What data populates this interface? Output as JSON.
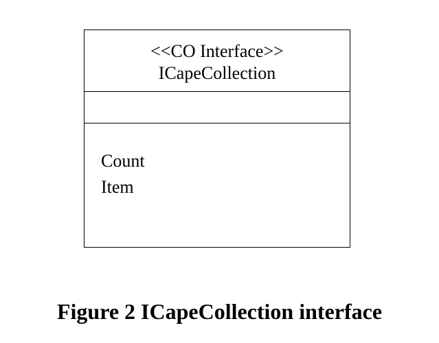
{
  "diagram": {
    "stereotype": "<<CO Interface>>",
    "class_name": "ICapeCollection",
    "attributes": [],
    "operations": [
      "Count",
      "Item"
    ]
  },
  "caption": "Figure 2 ICapeCollection interface"
}
